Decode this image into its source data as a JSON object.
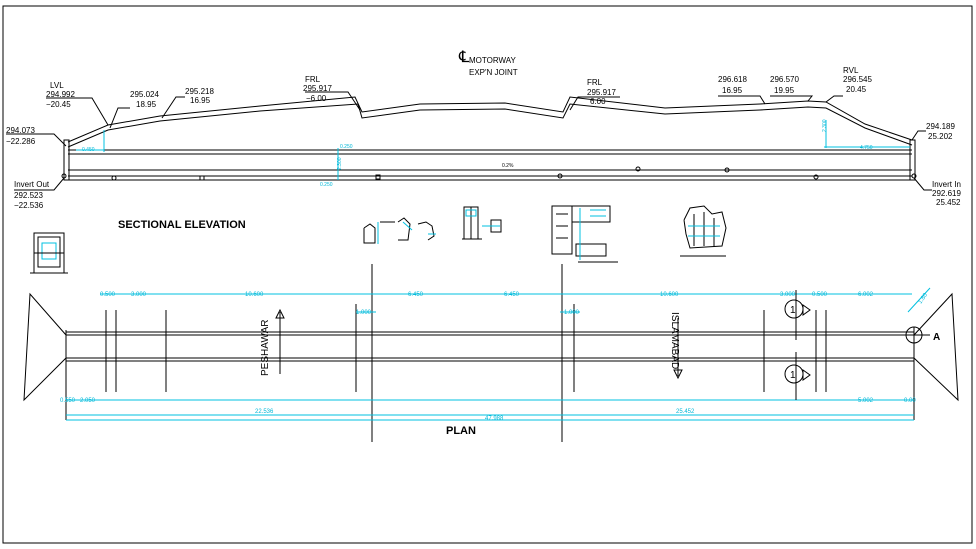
{
  "colors": {
    "ink": "#000000",
    "dimension": "#00b8d8",
    "paper": "#ffffff"
  },
  "header": {
    "centerline_symbol": "℄",
    "title_line1": "MOTORWAY",
    "title_line2": "EXP'N JOINT"
  },
  "elevation_labels": {
    "lvl": [
      "LVL",
      "294.992",
      "−20.45"
    ],
    "p2": [
      "295.024",
      "18.95"
    ],
    "p3": [
      "295.218",
      "16.95"
    ],
    "frl_left": [
      "FRL",
      "295.917",
      "−6.00"
    ],
    "frl_right": [
      "FRL",
      "295.917",
      "6.00"
    ],
    "p6": [
      "296.618",
      "16.95"
    ],
    "p7": [
      "296.570",
      "19.95"
    ],
    "rvl": [
      "RVL",
      "296.545",
      "20.45"
    ],
    "left_end": [
      "294.073",
      "−22.286"
    ],
    "right_end": [
      "294.189",
      "25.202"
    ],
    "invert_out": [
      "Invert Out",
      "292.523",
      "−22.536"
    ],
    "invert_in": [
      "Invert In",
      "292.619",
      "25.452"
    ]
  },
  "section": {
    "title": "SECTIONAL ELEVATION",
    "dims": [
      "0.450",
      "0.250",
      "2.300",
      "0.250",
      "4.750",
      "0.2%",
      "2.300"
    ]
  },
  "plan": {
    "title": "PLAN",
    "top_dims": [
      "0.500",
      "3.000",
      "10.600",
      "1.000",
      "6.450",
      "6.450",
      "1.000",
      "10.600",
      "3.000",
      "0.500",
      "6.002",
      "1.80"
    ],
    "bottom_dims": [
      "0.550",
      "2.050",
      "22.536",
      "47.988",
      "25.452",
      "5.002",
      "0.00"
    ],
    "direction_left": "PESHAWAR",
    "direction_right": "ISLAMABAD",
    "section_markers": [
      "1",
      "1"
    ],
    "section_callout": "A"
  }
}
